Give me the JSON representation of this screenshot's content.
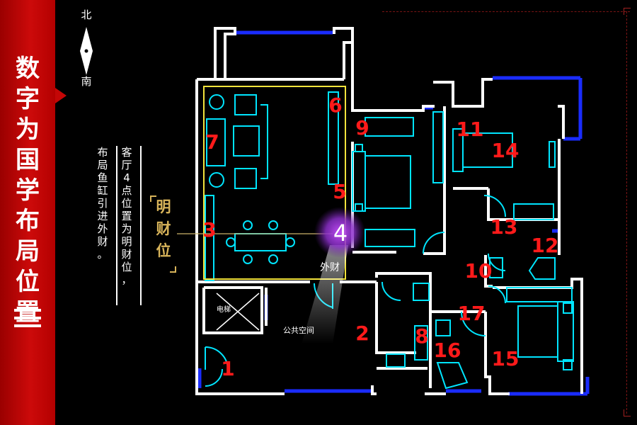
{
  "banner": {
    "title_chars": [
      "数",
      "字",
      "为",
      "国",
      "学",
      "布",
      "局",
      "位",
      "置"
    ],
    "lines_count": 3
  },
  "compass": {
    "north": "北",
    "south": "南"
  },
  "description": {
    "col1_chars": [
      "客",
      "厅",
      "4",
      "点",
      "位",
      "置",
      "为",
      "明",
      "财",
      "位",
      "，"
    ],
    "col2_chars": [
      "布",
      "局",
      "鱼",
      "缸",
      "引",
      "进",
      "外",
      "财",
      "。"
    ]
  },
  "gold_label_chars": [
    "明",
    "财",
    "位"
  ],
  "plan": {
    "wall_color": "#ffffff",
    "furniture_color": "#00e5ff",
    "window_color": "#1a2cff",
    "number_color": "#ff1a1a",
    "highlight_color": "#f2e33c",
    "glow_color": "#9a39d6",
    "highlight_number": "4",
    "outer_wealth_label": "外财",
    "elevator_label": "电梯",
    "public_space_label": "公共空间",
    "numbers": [
      "1",
      "2",
      "3",
      "5",
      "6",
      "7",
      "8",
      "9",
      "10",
      "11",
      "12",
      "13",
      "14",
      "15",
      "16",
      "17"
    ]
  }
}
